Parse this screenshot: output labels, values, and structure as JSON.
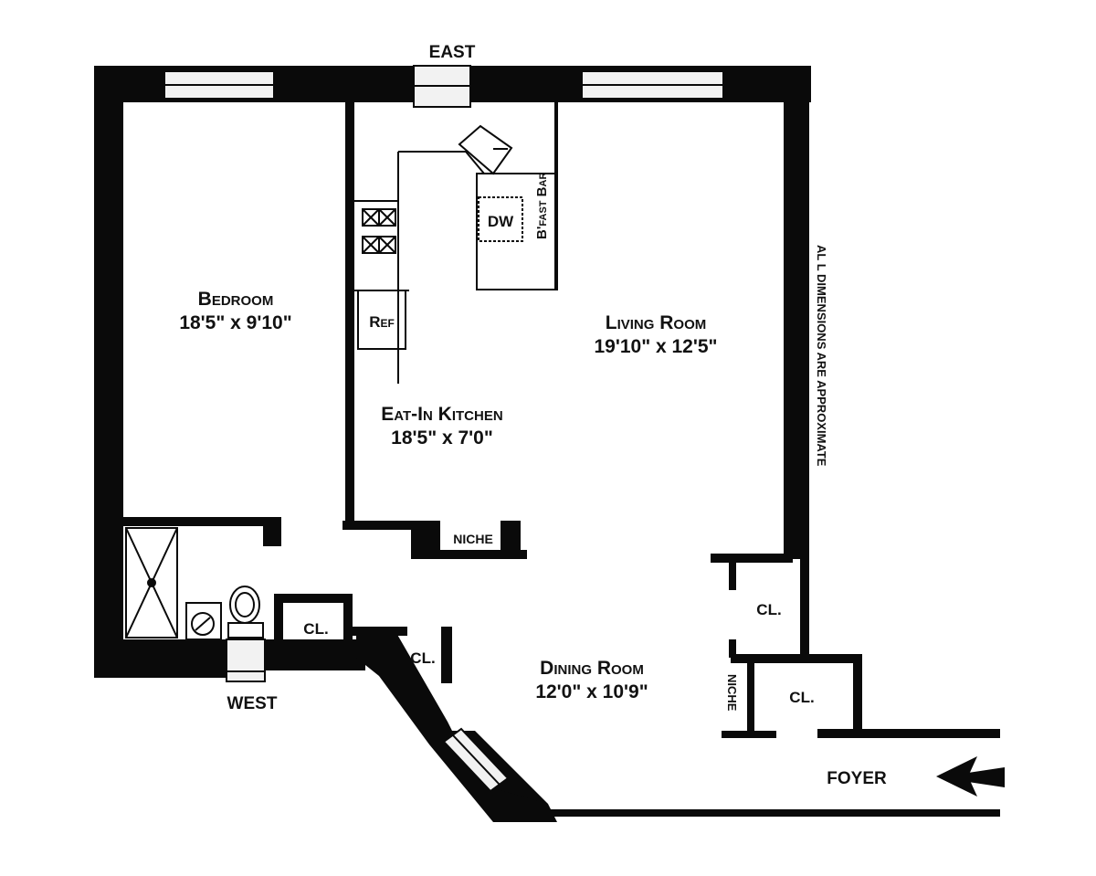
{
  "compass": {
    "top": "EAST",
    "bottom": "WEST"
  },
  "rooms": {
    "bedroom": {
      "name": "Bedroom",
      "dims": "18'5\" x 9'10\""
    },
    "living_room": {
      "name": "Living Room",
      "dims": "19'10\" x 12'5\""
    },
    "eat_in_kitchen": {
      "name": "Eat-In Kitchen",
      "dims": "18'5\" x 7'0\""
    },
    "dining_room": {
      "name": "Dining Room",
      "dims": "12'0\" x 10'9\""
    },
    "foyer": {
      "name": "FOYER"
    }
  },
  "fixtures": {
    "dishwasher": "DW",
    "refrigerator": "Ref",
    "bfast_bar": "B'fast Bar",
    "niche_kitchen": "NICHE",
    "niche_side": "NICHE",
    "closet_bath": "CL.",
    "closet_hall": "CL.",
    "closet_right_upper": "CL.",
    "closet_right_lower": "CL."
  },
  "note": "AL L DIMENSIONS ARE APPROXIMATE",
  "colors": {
    "wall": "#0a0a0a",
    "background": "#ffffff",
    "window": "#f2f2f2"
  }
}
